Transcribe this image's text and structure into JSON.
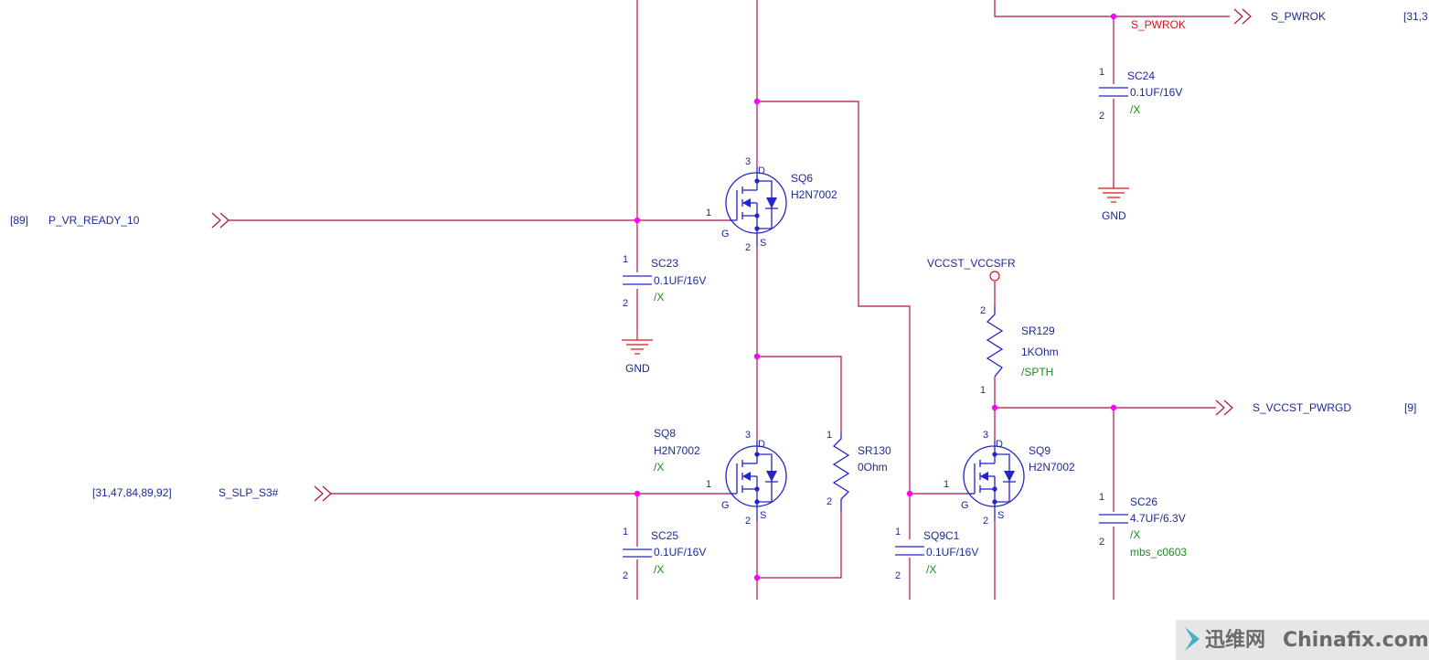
{
  "nets": {
    "p_vr_ready": "P_VR_READY_10",
    "p_vr_ready_ref": "[89]",
    "s_slp_s3": "S_SLP_S3#",
    "s_slp_s3_ref": "[31,47,84,89,92]",
    "s_pwrok_local": "S_PWROK",
    "s_pwrok": "S_PWROK",
    "s_pwrok_ref": "[31,3",
    "vccst_vccsfr": "VCCST_VCCSFR",
    "s_vccst_pwrgd": "S_VCCST_PWRGD",
    "s_vccst_pwrgd_ref": "[9]",
    "gnd1": "GND",
    "gnd2": "GND"
  },
  "components": {
    "sq6": {
      "ref": "SQ6",
      "value": "H2N7002"
    },
    "sq8": {
      "ref": "SQ8",
      "value": "H2N7002",
      "opt": "/X"
    },
    "sq9": {
      "ref": "SQ9",
      "value": "H2N7002"
    },
    "sc23": {
      "ref": "SC23",
      "value": "0.1UF/16V",
      "opt": "/X"
    },
    "sc24": {
      "ref": "SC24",
      "value": "0.1UF/16V",
      "opt": "/X"
    },
    "sc25": {
      "ref": "SC25",
      "value": "0.1UF/16V",
      "opt": "/X"
    },
    "sq9c1": {
      "ref": "SQ9C1",
      "value": "0.1UF/16V",
      "opt": "/X"
    },
    "sc26": {
      "ref": "SC26",
      "value": "4.7UF/6.3V",
      "opt": "/X",
      "footprint": "mbs_c0603"
    },
    "sr129": {
      "ref": "SR129",
      "value": "1KOhm",
      "opt": "/SPTH"
    },
    "sr130": {
      "ref": "SR130",
      "value": "0Ohm"
    }
  },
  "pins": {
    "one": "1",
    "two": "2",
    "three": "3",
    "gate": "G",
    "drain": "D",
    "source": "S"
  },
  "watermark": {
    "cn": "迅维网",
    "en": "Chinafix.com"
  }
}
